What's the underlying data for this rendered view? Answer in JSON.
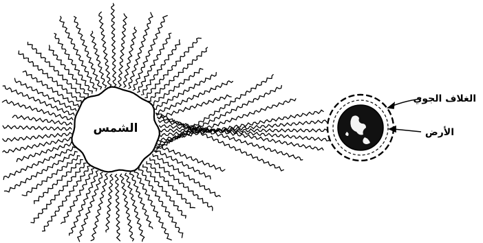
{
  "diagram": {
    "sun_label": "الشمس",
    "atmosphere_label": "الغلاف الجوي",
    "earth_label": "الأرض"
  },
  "colors": {
    "ink": "#000000",
    "paper": "#ffffff"
  }
}
